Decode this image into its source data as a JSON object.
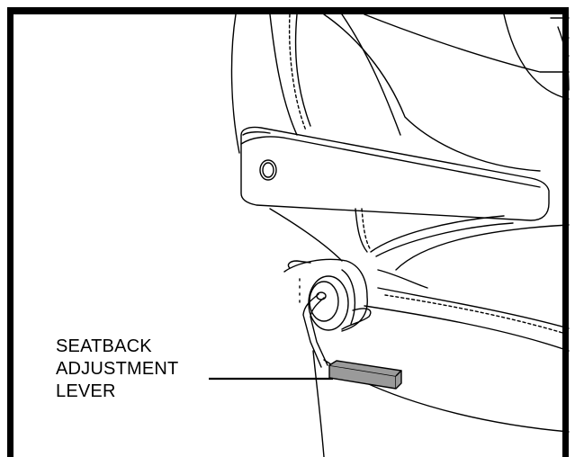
{
  "callout": {
    "line1": "SEATBACK",
    "line2": "ADJUSTMENT",
    "line3": "LEVER"
  },
  "colors": {
    "ink": "#000000",
    "lever_fill": "#9a9a9a",
    "background": "#ffffff"
  }
}
